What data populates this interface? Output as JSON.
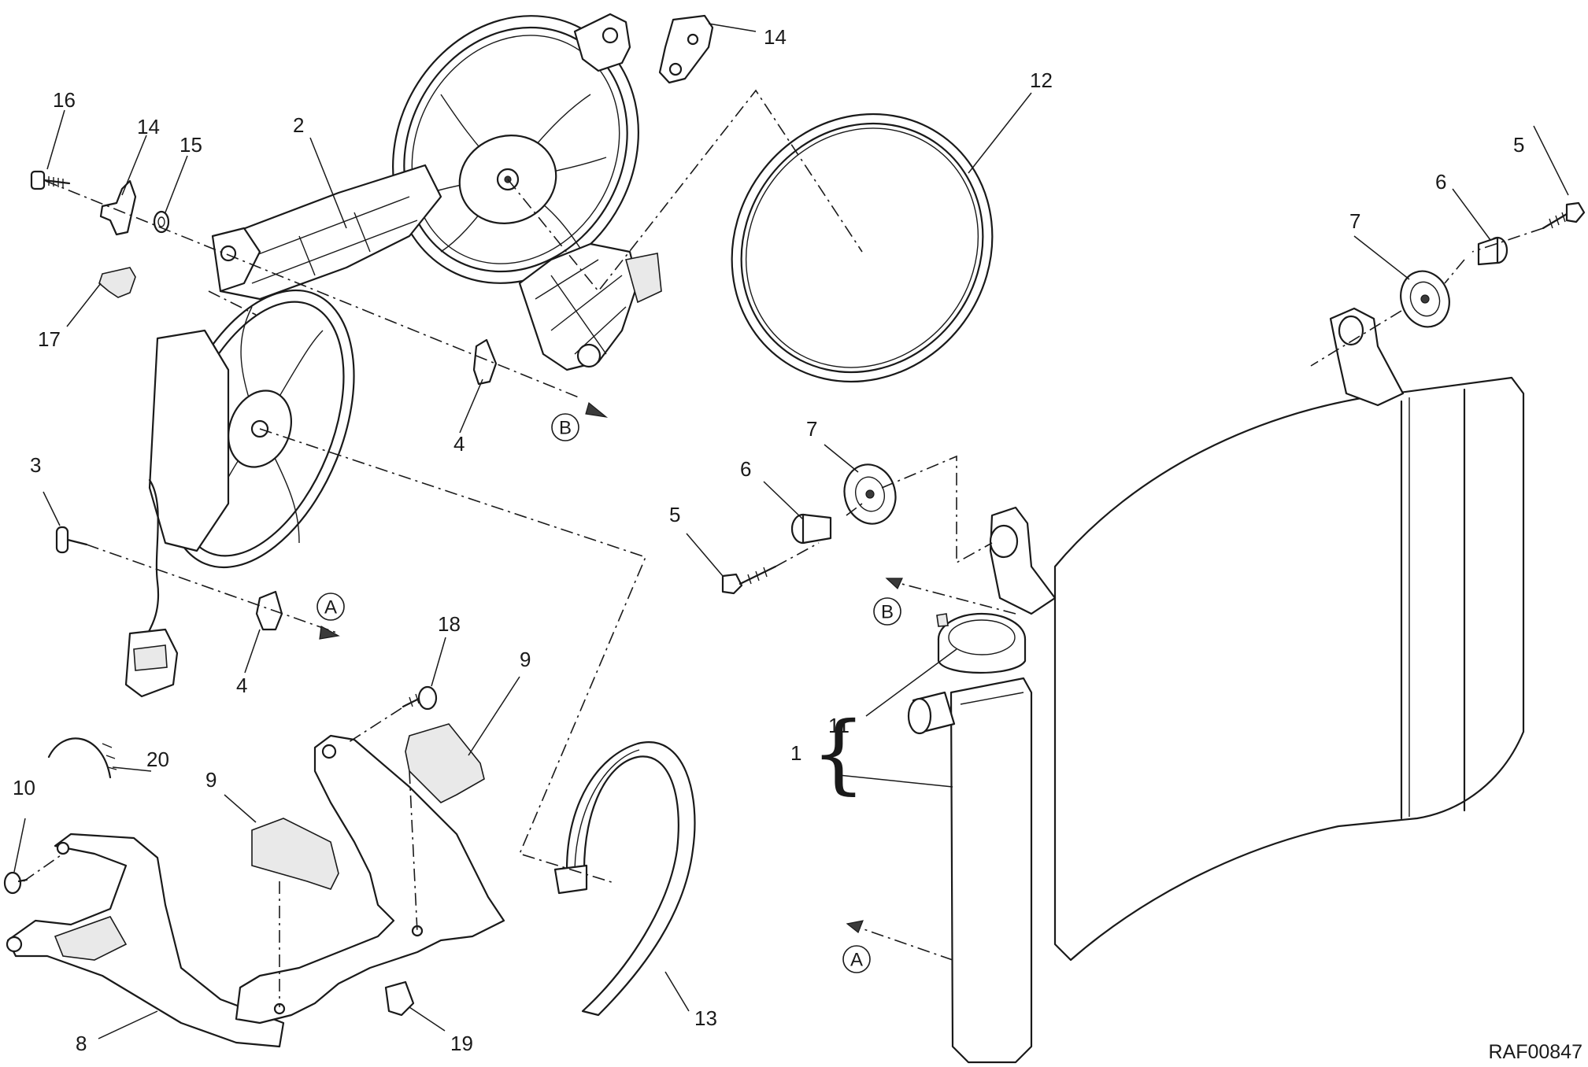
{
  "callouts": {
    "c1": "1",
    "c2": "2",
    "c3": "3",
    "c4a": "4",
    "c4b": "4",
    "c5a": "5",
    "c5b": "5",
    "c6a": "6",
    "c6b": "6",
    "c7a": "7",
    "c7b": "7",
    "c8": "8",
    "c9a": "9",
    "c9b": "9",
    "c10": "10",
    "c11": "11",
    "c12": "12",
    "c13": "13",
    "c14a": "14",
    "c14b": "14",
    "c15": "15",
    "c16": "16",
    "c17": "17",
    "c18": "18",
    "c19": "19",
    "c20": "20"
  },
  "references": {
    "a1": "A",
    "a2": "A",
    "b1": "B",
    "b2": "B"
  },
  "drawing_id": "RAF00847",
  "brace": "{"
}
